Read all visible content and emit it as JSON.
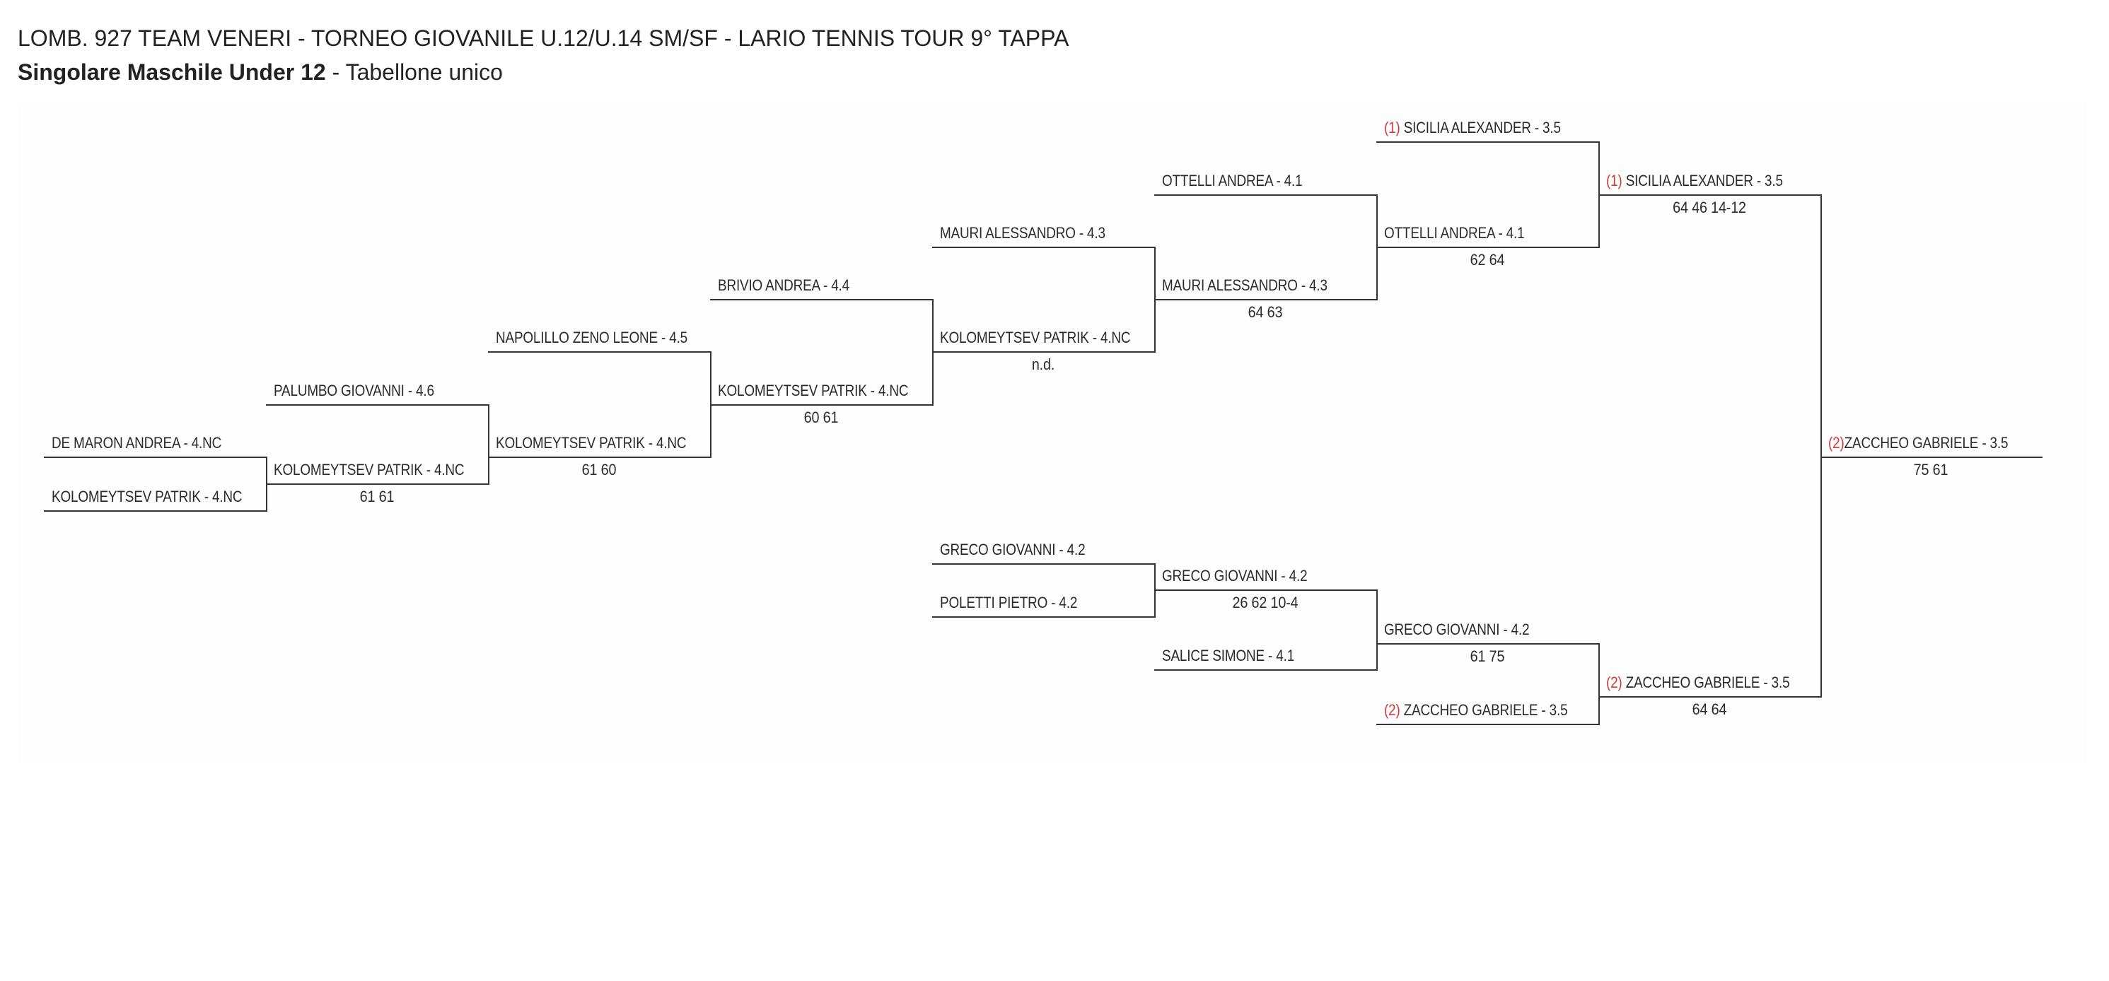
{
  "header": {
    "title": "LOMB. 927 TEAM VENERI - TORNEO GIOVANILE U.12/U.14 SM/SF - LARIO TENNIS TOUR 9° TAPPA",
    "event": "Singolare Maschile Under 12",
    "separator": " - ",
    "draw_type": "Tabellone unico"
  },
  "bracket": {
    "line_color": "#333333",
    "seed_color": "#d23a3a",
    "entries": [
      {
        "id": "r1-de-maron",
        "round": 1,
        "seed": "",
        "name": "DE MARON ANDREA - 4.NC",
        "score": ""
      },
      {
        "id": "r1-kolomeytsev",
        "round": 1,
        "seed": "",
        "name": "KOLOMEYTSEV PATRIK - 4.NC",
        "score": ""
      },
      {
        "id": "r2-palumbo",
        "round": 2,
        "seed": "",
        "name": "PALUMBO GIOVANNI - 4.6",
        "score": ""
      },
      {
        "id": "r2-kolomeytsev",
        "round": 2,
        "seed": "",
        "name": "KOLOMEYTSEV PATRIK - 4.NC",
        "score": "61 61"
      },
      {
        "id": "r3-napolillo",
        "round": 3,
        "seed": "",
        "name": "NAPOLILLO ZENO LEONE - 4.5",
        "score": ""
      },
      {
        "id": "r3-kolomeytsev",
        "round": 3,
        "seed": "",
        "name": "KOLOMEYTSEV PATRIK - 4.NC",
        "score": "61 60"
      },
      {
        "id": "r4-brivio",
        "round": 4,
        "seed": "",
        "name": "BRIVIO ANDREA - 4.4",
        "score": ""
      },
      {
        "id": "r4-kolomeytsev",
        "round": 4,
        "seed": "",
        "name": "KOLOMEYTSEV PATRIK - 4.NC",
        "score": "60 61"
      },
      {
        "id": "r5-mauri",
        "round": 5,
        "seed": "",
        "name": "MAURI ALESSANDRO - 4.3",
        "score": ""
      },
      {
        "id": "r5-kolomeytsev",
        "round": 5,
        "seed": "",
        "name": "KOLOMEYTSEV PATRIK - 4.NC",
        "score": "n.d."
      },
      {
        "id": "r5-greco",
        "round": 5,
        "seed": "",
        "name": "GRECO GIOVANNI - 4.2",
        "score": ""
      },
      {
        "id": "r5-poletti",
        "round": 5,
        "seed": "",
        "name": "POLETTI PIETRO - 4.2",
        "score": ""
      },
      {
        "id": "r6-ottelli",
        "round": 6,
        "seed": "",
        "name": "OTTELLI ANDREA - 4.1",
        "score": ""
      },
      {
        "id": "r6-mauri",
        "round": 6,
        "seed": "",
        "name": "MAURI ALESSANDRO - 4.3",
        "score": "64 63"
      },
      {
        "id": "r6-greco",
        "round": 6,
        "seed": "",
        "name": "GRECO GIOVANNI - 4.2",
        "score": "26 62 10-4"
      },
      {
        "id": "r6-salice",
        "round": 6,
        "seed": "",
        "name": "SALICE SIMONE - 4.1",
        "score": ""
      },
      {
        "id": "r7-sicilia",
        "round": 7,
        "seed": "(1)",
        "name": "SICILIA ALEXANDER - 3.5",
        "score": ""
      },
      {
        "id": "r7-ottelli",
        "round": 7,
        "seed": "",
        "name": "OTTELLI ANDREA - 4.1",
        "score": "62 64"
      },
      {
        "id": "r7-greco",
        "round": 7,
        "seed": "",
        "name": "GRECO GIOVANNI - 4.2",
        "score": "61 75"
      },
      {
        "id": "r7-zaccheo",
        "round": 7,
        "seed": "(2)",
        "name": "ZACCHEO GABRIELE - 3.5",
        "score": ""
      },
      {
        "id": "sf-sicilia",
        "round": 8,
        "seed": "(1)",
        "name": "SICILIA ALEXANDER - 3.5",
        "score": "64 46 14-12"
      },
      {
        "id": "sf-zaccheo",
        "round": 8,
        "seed": "(2)",
        "name": "ZACCHEO GABRIELE - 3.5",
        "score": "64 64"
      },
      {
        "id": "champion",
        "round": 9,
        "seed": "(2)",
        "name": "ZACCHEO GABRIELE - 3.5",
        "score": "75 61"
      }
    ]
  }
}
